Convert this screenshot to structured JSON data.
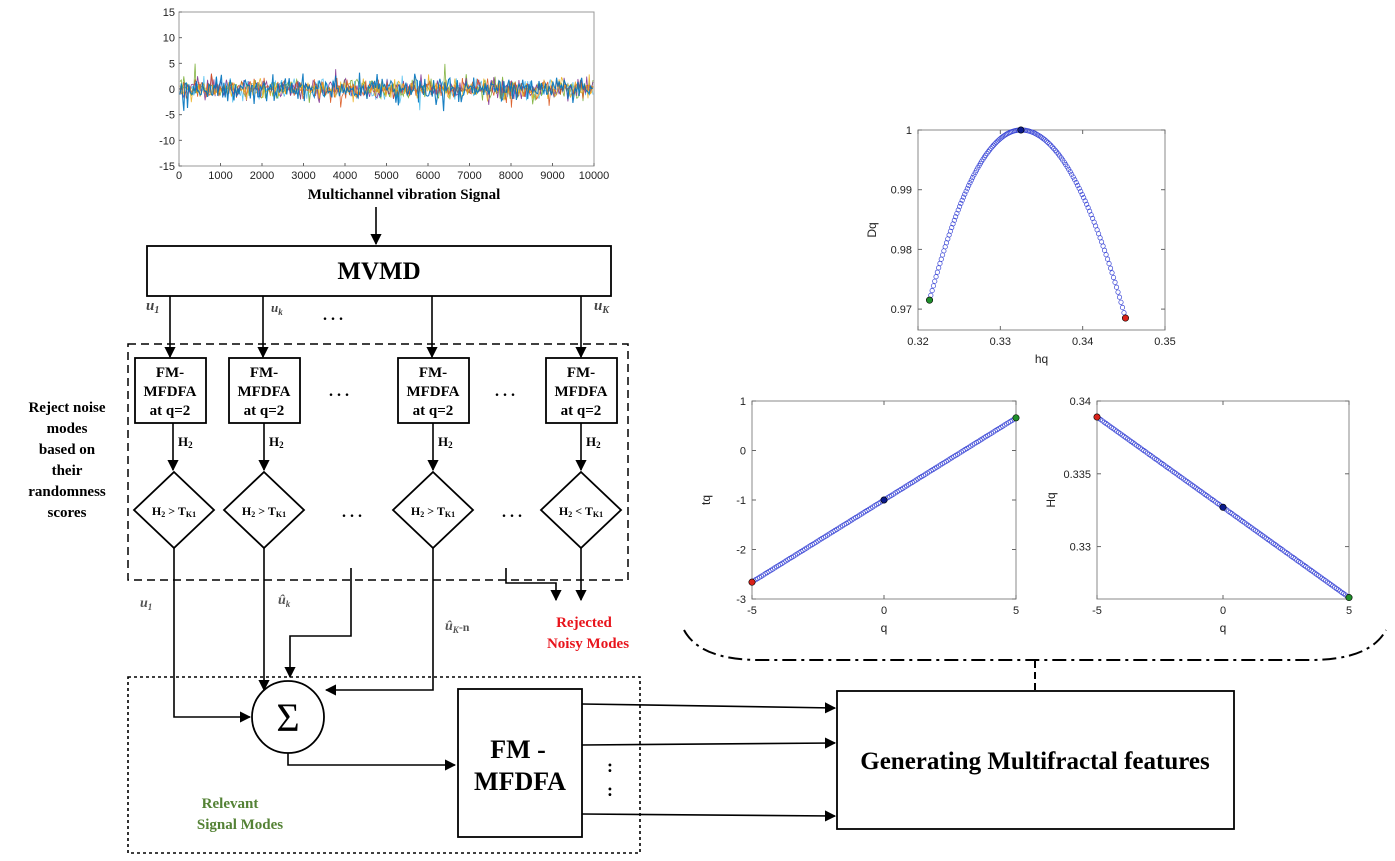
{
  "signal": {
    "caption": "Multichannel vibration Signal",
    "xticks": [
      "0",
      "1000",
      "2000",
      "3000",
      "4000",
      "5000",
      "6000",
      "7000",
      "8000",
      "9000",
      "10000"
    ],
    "yticks": [
      "15",
      "10",
      "5",
      "0",
      "-5",
      "-10",
      "-15"
    ],
    "colors": [
      "#4dbeee",
      "#77ac30",
      "#7e2f8e",
      "#d95319",
      "#edb120",
      "#0072bd"
    ]
  },
  "mvmd": {
    "label": "MVMD"
  },
  "modes": {
    "u1": "u",
    "u1_sub": "1",
    "uk": "u",
    "uk_sub": "k",
    "uK": "u",
    "uK_sub": "K",
    "ellipsis": ". . ."
  },
  "fm_block": {
    "line1": "FM-",
    "line2": "MFDFA",
    "line3": "at q=2"
  },
  "h2_label": "H",
  "h2_sub": "2",
  "diamonds": [
    {
      "h": "H",
      "hs": "2",
      "op": " > T",
      "ts": "K1"
    },
    {
      "h": "H",
      "hs": "2",
      "op": " > T",
      "ts": "K1"
    },
    {
      "h": "H",
      "hs": "2",
      "op": " > T",
      "ts": "K1"
    },
    {
      "h": "H",
      "hs": "2",
      "op": " < T",
      "ts": "K1"
    }
  ],
  "reject_text": [
    "Reject noise",
    "modes",
    "based on",
    "their",
    "randomness",
    "scores"
  ],
  "out_labels": {
    "u1": "u",
    "u1_sub": "1",
    "uk_hat": "û",
    "uk_hat_sub": "k",
    "uKn_hat": "û",
    "uKn_hat_sub": "K",
    "uKn_suffix": "-n"
  },
  "rejected": {
    "line1": "Rejected",
    "line2": "Noisy Modes",
    "color": "#e8141c"
  },
  "relevant": {
    "line1": "Relevant",
    "line2": "Signal Modes",
    "color": "#548235"
  },
  "sum_symbol": "Σ",
  "fm_final": {
    "line1": "FM -",
    "line2": "MFDFA",
    "dots": ":"
  },
  "features": {
    "label": "Generating Multifractal features"
  },
  "plot_dq": {
    "xlabel": "hq",
    "ylabel": "Dq",
    "xticks": [
      "0.32",
      "0.33",
      "0.34",
      "0.35"
    ],
    "yticks": [
      "1",
      "0.99",
      "0.98",
      "0.97"
    ],
    "xlim": [
      0.32,
      0.35
    ],
    "ylim": [
      0.9665,
      1.0
    ]
  },
  "plot_tq": {
    "xlabel": "q",
    "ylabel": "tq",
    "xticks": [
      "-5",
      "0",
      "5"
    ],
    "yticks": [
      "1",
      "0",
      "-1",
      "-2",
      "-3"
    ],
    "xlim": [
      -5,
      5
    ],
    "ylim": [
      -3,
      1
    ]
  },
  "plot_hq": {
    "xlabel": "q",
    "ylabel": "Hq",
    "xticks": [
      "-5",
      "0",
      "5"
    ],
    "yticks": [
      "0.34",
      "0.335",
      "0.33"
    ],
    "xlim": [
      -5,
      5
    ],
    "ylim": [
      0.3264,
      0.34
    ]
  },
  "marker_colors": {
    "curve": "#3a46d6",
    "start": "#1f8f2a",
    "mid": "#0b1a8c",
    "end": "#d9221a"
  }
}
